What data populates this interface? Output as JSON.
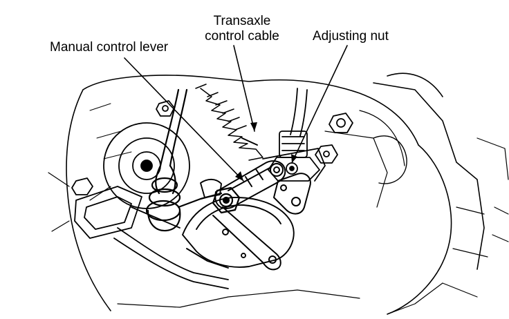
{
  "labels": {
    "manual_control_lever": "Manual control lever",
    "transaxle_control_cable_line1": "Transaxle",
    "transaxle_control_cable_line2": "control cable",
    "adjusting_nut": "Adjusting nut"
  },
  "colors": {
    "ink": "#000000",
    "paper": "#ffffff"
  }
}
